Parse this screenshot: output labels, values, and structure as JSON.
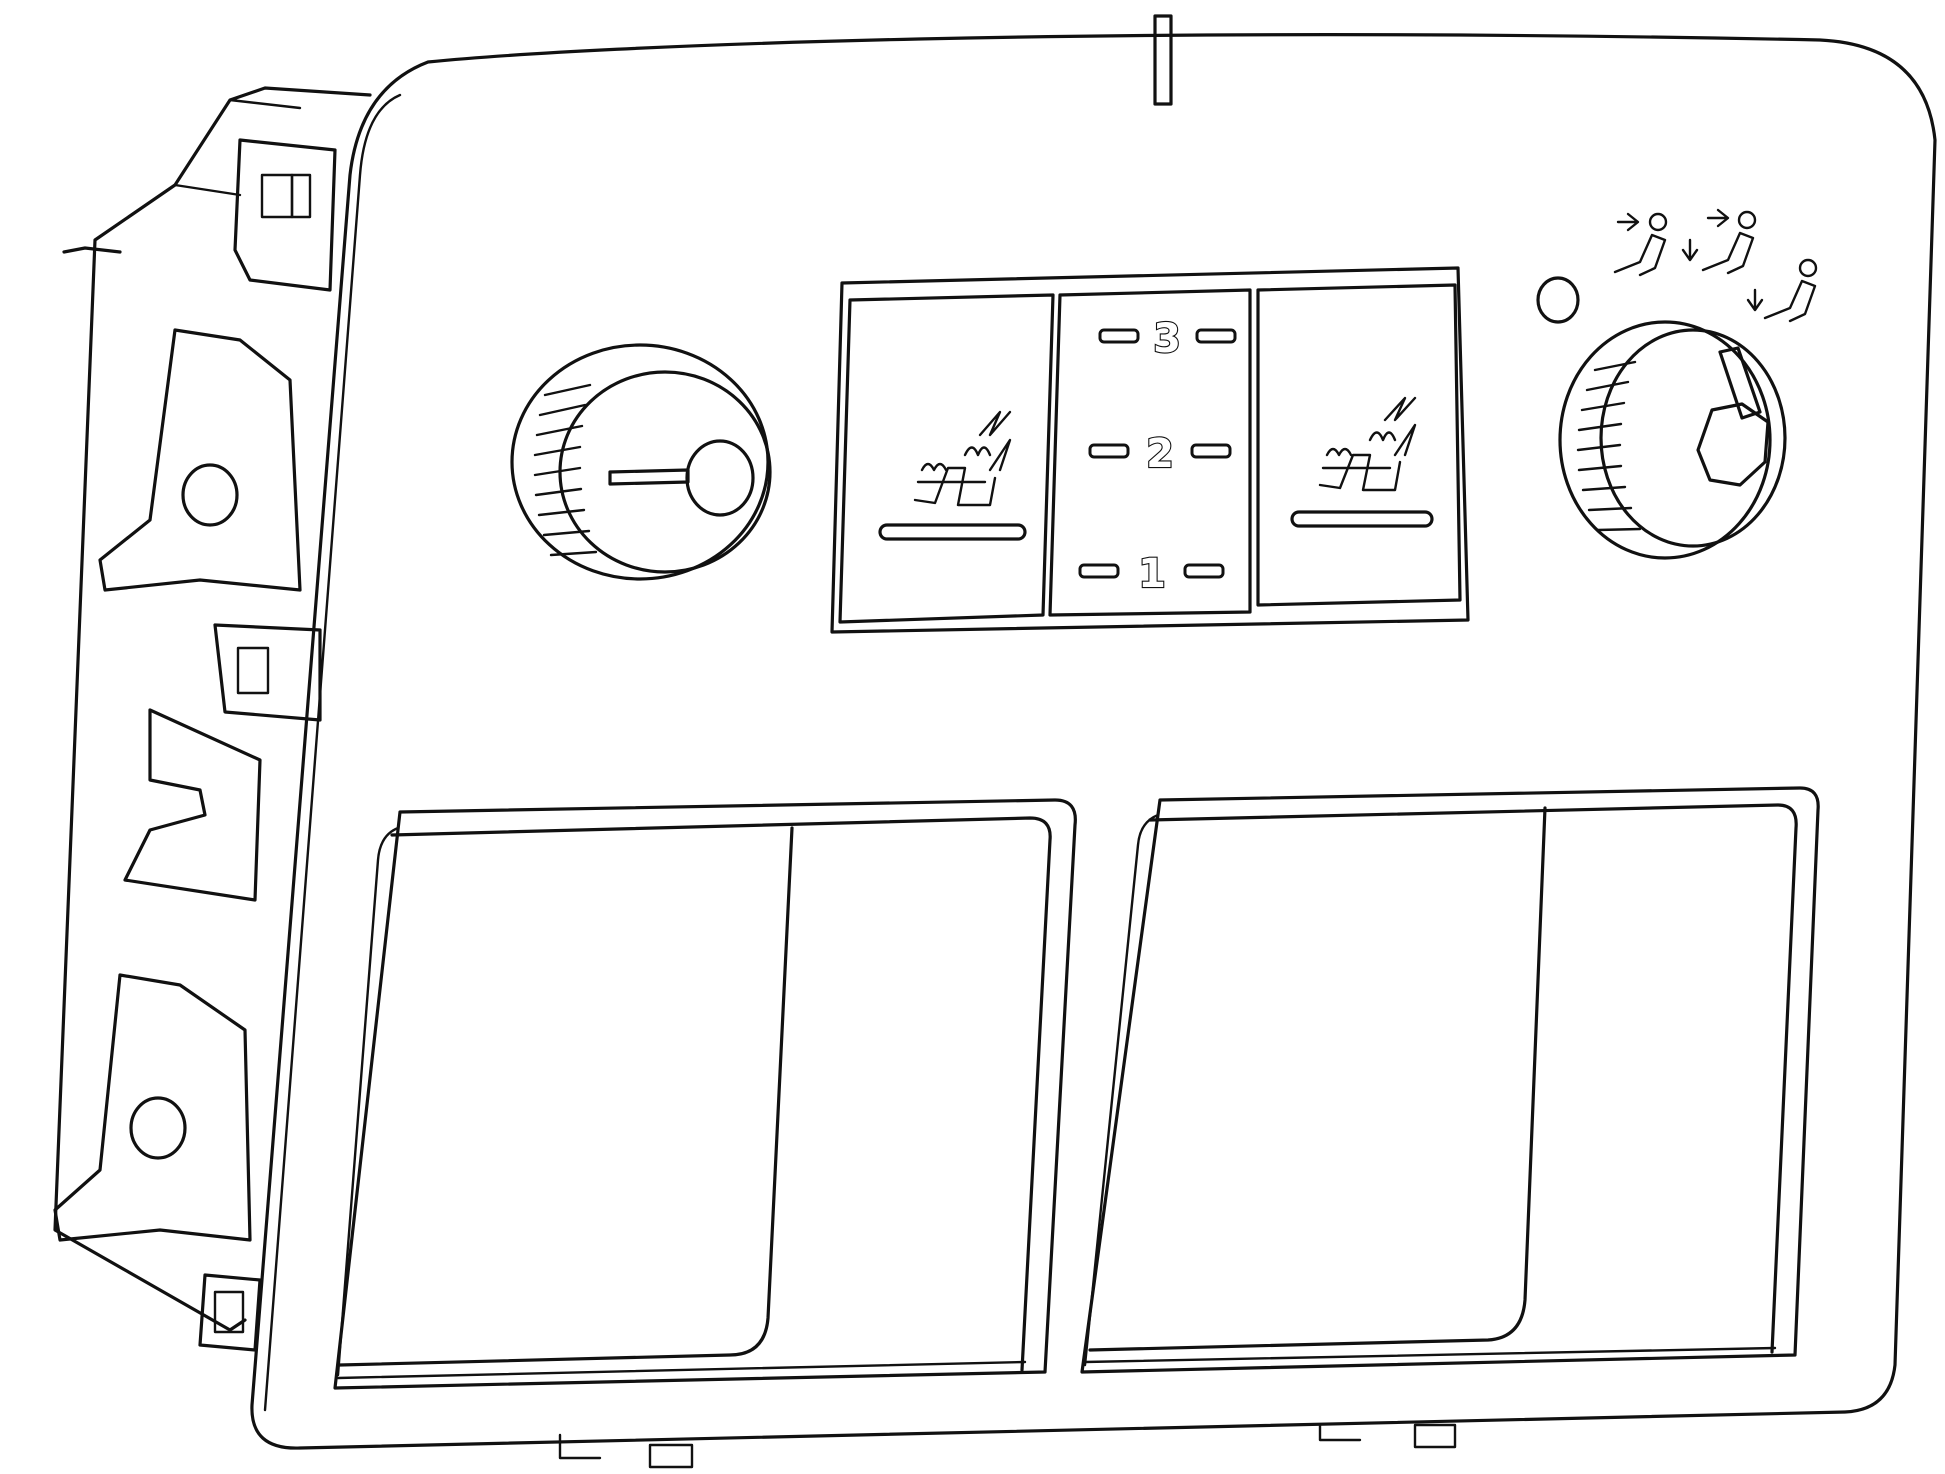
{
  "panel": {
    "level_labels": [
      "3",
      "2",
      "1"
    ]
  },
  "icons": {
    "left_knob": "rotary-knob-icon",
    "right_knob": "rotary-knob-icon",
    "left_seat_heat": "seat-heater-icon",
    "right_seat_heat": "seat-heater-icon",
    "indicator": "indicator-lamp-icon",
    "airflow_modes": [
      "airflow-upper-icon",
      "airflow-upper-lower-icon",
      "airflow-lower-icon"
    ]
  },
  "colors": {
    "line": "#111111",
    "background": "#ffffff"
  }
}
